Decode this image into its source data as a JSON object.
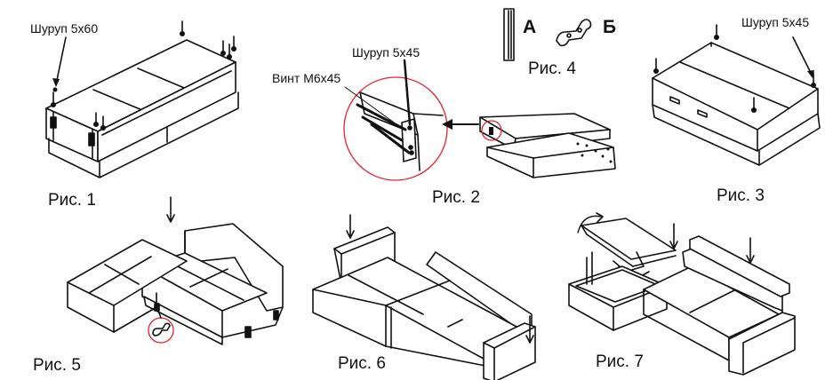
{
  "figures": {
    "fig1": "Рис. 1",
    "fig2": "Рис. 2",
    "fig3": "Рис. 3",
    "fig4": "Рис. 4",
    "fig5": "Рис. 5",
    "fig6": "Рис. 6",
    "fig7": "Рис. 7"
  },
  "callouts": {
    "screw_5x60": "Шуруп 5x60",
    "screw_5x45_fig2": "Шуруп 5x45",
    "bolt_m6x45": "Винт М6x45",
    "screw_5x45_fig3": "Шуруп 5x45"
  },
  "parts": {
    "part_a": "А",
    "part_b": "Б"
  },
  "colors": {
    "line": "#111111",
    "highlight_circle": "#e0242b"
  }
}
